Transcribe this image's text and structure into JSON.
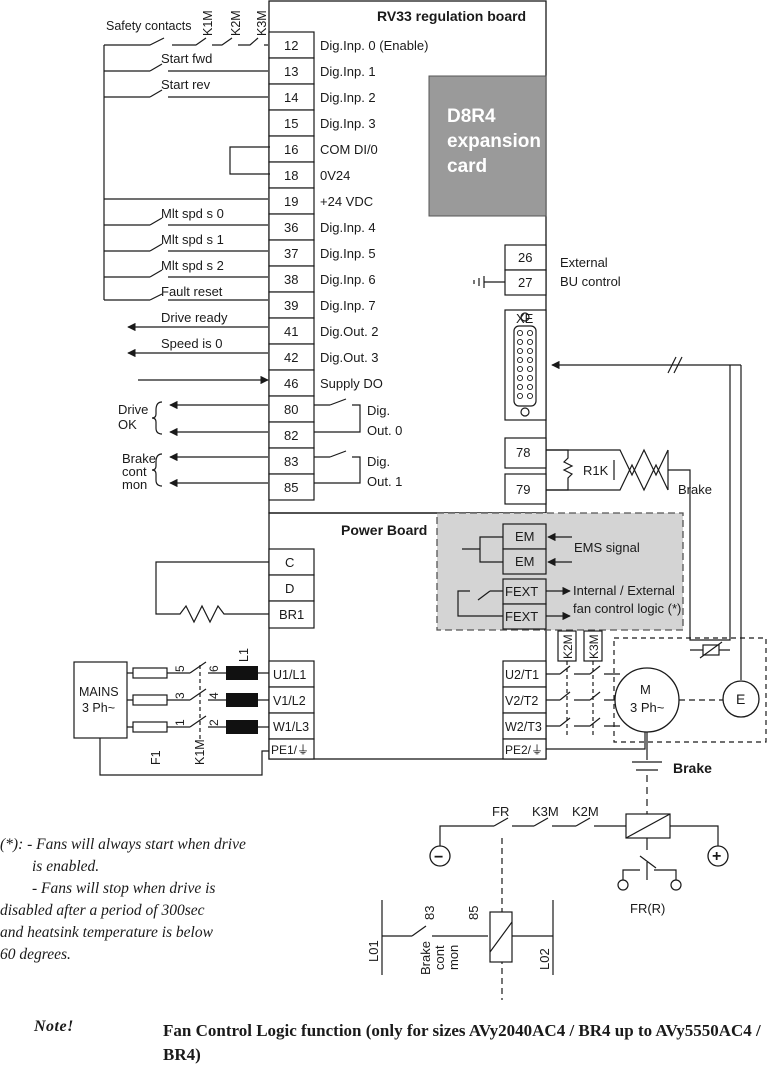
{
  "regulation_board": {
    "title": "RV33 regulation board",
    "terminals": [
      {
        "num": "12",
        "label": "Dig.Inp. 0 (Enable)"
      },
      {
        "num": "13",
        "label": "Dig.Inp. 1"
      },
      {
        "num": "14",
        "label": "Dig.Inp. 2"
      },
      {
        "num": "15",
        "label": "Dig.Inp. 3"
      },
      {
        "num": "16",
        "label": "COM DI/0"
      },
      {
        "num": "18",
        "label": "0V24"
      },
      {
        "num": "19",
        "label": "+24 VDC"
      },
      {
        "num": "36",
        "label": "Dig.Inp. 4"
      },
      {
        "num": "37",
        "label": "Dig.Inp. 5"
      },
      {
        "num": "38",
        "label": "Dig.Inp. 6"
      },
      {
        "num": "39",
        "label": "Dig.Inp. 7"
      },
      {
        "num": "41",
        "label": "Dig.Out. 2"
      },
      {
        "num": "42",
        "label": "Dig.Out. 3"
      },
      {
        "num": "46",
        "label": "Supply DO"
      },
      {
        "num": "80",
        "label": ""
      },
      {
        "num": "82",
        "label": ""
      },
      {
        "num": "83",
        "label": ""
      },
      {
        "num": "85",
        "label": ""
      }
    ],
    "dig_out_0": [
      "Dig.",
      "Out. 0"
    ],
    "dig_out_1": [
      "Dig.",
      "Out. 1"
    ]
  },
  "left_signals": {
    "safety_contacts": "Safety contacts",
    "k1m": "K1M",
    "k2m": "K2M",
    "k3m": "K3M",
    "start_fwd": "Start fwd",
    "start_rev": "Start rev",
    "mlt_spd_0": "Mlt spd s 0",
    "mlt_spd_1": "Mlt spd s 1",
    "mlt_spd_2": "Mlt spd s 2",
    "fault_reset": "Fault reset",
    "drive_ready": "Drive ready",
    "speed_is_0": "Speed is 0",
    "drive_ok": [
      "Drive",
      "OK"
    ],
    "brake_cont_mon": [
      "Brake",
      "cont",
      "mon"
    ]
  },
  "expansion_card": {
    "lines": [
      "D8R4",
      "expansion",
      "card"
    ],
    "color": "#9a9a9a"
  },
  "bu": {
    "terminals": [
      "26",
      "27"
    ],
    "label": [
      "External",
      "BU control"
    ]
  },
  "xe_label": "XE",
  "r1k": {
    "terminals": [
      "78",
      "79"
    ],
    "label": "R1K",
    "brake": "Brake"
  },
  "power_board": {
    "title": "Power Board",
    "brake_res_terminals": [
      "C",
      "D",
      "BR1"
    ],
    "em": [
      "EM",
      "EM"
    ],
    "ems_signal": "EMS signal",
    "fext": [
      "FEXT",
      "FEXT"
    ],
    "fan_logic": [
      "Internal / External",
      "fan control logic (*)"
    ],
    "shade_color": "#d4d4d4"
  },
  "mains": {
    "label": [
      "MAINS",
      "3 Ph~"
    ],
    "fuse_nums": [
      "5",
      "3",
      "1"
    ],
    "k_nums": [
      "6",
      "4",
      "2"
    ],
    "l1": "L1",
    "f1": "F1",
    "k1m": "K1M",
    "input_terminals": [
      "U1/L1",
      "V1/L2",
      "W1/L3",
      "PE1/⏚"
    ]
  },
  "motor": {
    "output_terminals": [
      "U2/T1",
      "V2/T2",
      "W2/T3",
      "PE2/⏚"
    ],
    "contactors": [
      "K2M",
      "K3M"
    ],
    "motor_label": [
      "M",
      "3 Ph~"
    ],
    "encoder": "E",
    "brake": "Brake"
  },
  "brake_circuit": {
    "fr": "FR",
    "k3m": "K3M",
    "k2m": "K2M",
    "fr_r": "FR(R)",
    "l01": "L01",
    "l02": "L02",
    "t83": "83",
    "t85": "85",
    "brake_cont_mon": [
      "Brake",
      "cont",
      "mon"
    ],
    "minus": "−",
    "plus": "+"
  },
  "footnote": {
    "star": "(*):",
    "lines": [
      "- Fans will always start when drive",
      "is enabled.",
      "- Fans will stop when drive is",
      "disabled after a period of 300sec",
      "and heatsink temperature is below",
      "60 degrees."
    ]
  },
  "note": {
    "label": "Note!",
    "text": "Fan Control Logic function (only for sizes AVy2040AC4 / BR4 up to AVy5550AC4 / BR4)"
  }
}
